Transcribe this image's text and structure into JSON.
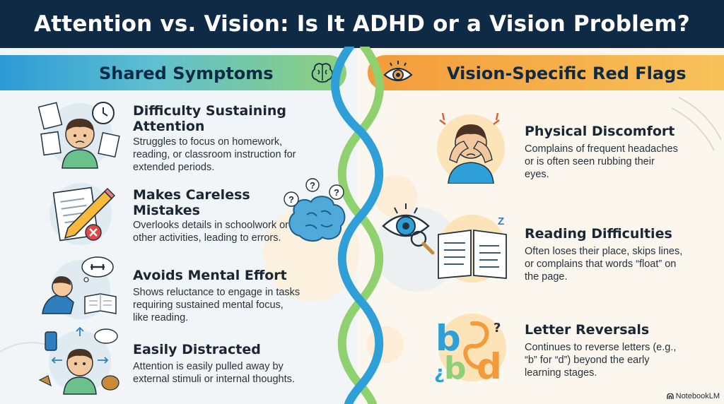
{
  "title": "Attention vs. Vision: Is It ADHD or a Vision Problem?",
  "left": {
    "heading": "Shared Symptoms",
    "items": [
      {
        "title_line1": "Difficulty Sustaining",
        "title_line2": "Attention",
        "desc_line1": "Struggles to focus on homework,",
        "desc_line2": "reading, or classroom instruction for",
        "desc_line3": "extended periods."
      },
      {
        "title_line1": "Makes Careless",
        "title_line2": "Mistakes",
        "desc_line1": "Overlooks details in schoolwork or",
        "desc_line2": "other activities, leading to errors."
      },
      {
        "title_line1": "Avoids Mental Effort",
        "desc_line1": "Shows reluctance to engage in tasks",
        "desc_line2": "requiring sustained mental focus,",
        "desc_line3": "like reading."
      },
      {
        "title_line1": "Easily Distracted",
        "desc_line1": "Attention is easily pulled away by",
        "desc_line2": "external stimuli or internal thoughts."
      }
    ]
  },
  "right": {
    "heading": "Vision-Specific Red Flags",
    "items": [
      {
        "title_line1": "Physical Discomfort",
        "desc_line1": "Complains of frequent headaches",
        "desc_line2": "or is often seen rubbing their",
        "desc_line3": "eyes."
      },
      {
        "title_line1": "Reading Difficulties",
        "desc_line1": "Often loses their place, skips lines,",
        "desc_line2": "or complains that words “float” on",
        "desc_line3": "the page."
      },
      {
        "title_line1": "Letter Reversals",
        "desc_line1": "Continues to reverse letters (e.g.,",
        "desc_line2": "“b” for “d”) beyond the early",
        "desc_line3": "learning stages."
      }
    ]
  },
  "icons": {
    "thought_marks": "?",
    "letters_b": "b",
    "letters_d": "d",
    "letters_small_b": "b",
    "letters_q": "¿",
    "book_letters": "Z"
  },
  "credit": "NotebookLM",
  "colors": {
    "title_bg": "#0f2a45",
    "left_accent": "#2d9ad6",
    "left_accent_2": "#8ed07a",
    "right_accent": "#f39b3a",
    "right_accent_2": "#f8c25a"
  }
}
